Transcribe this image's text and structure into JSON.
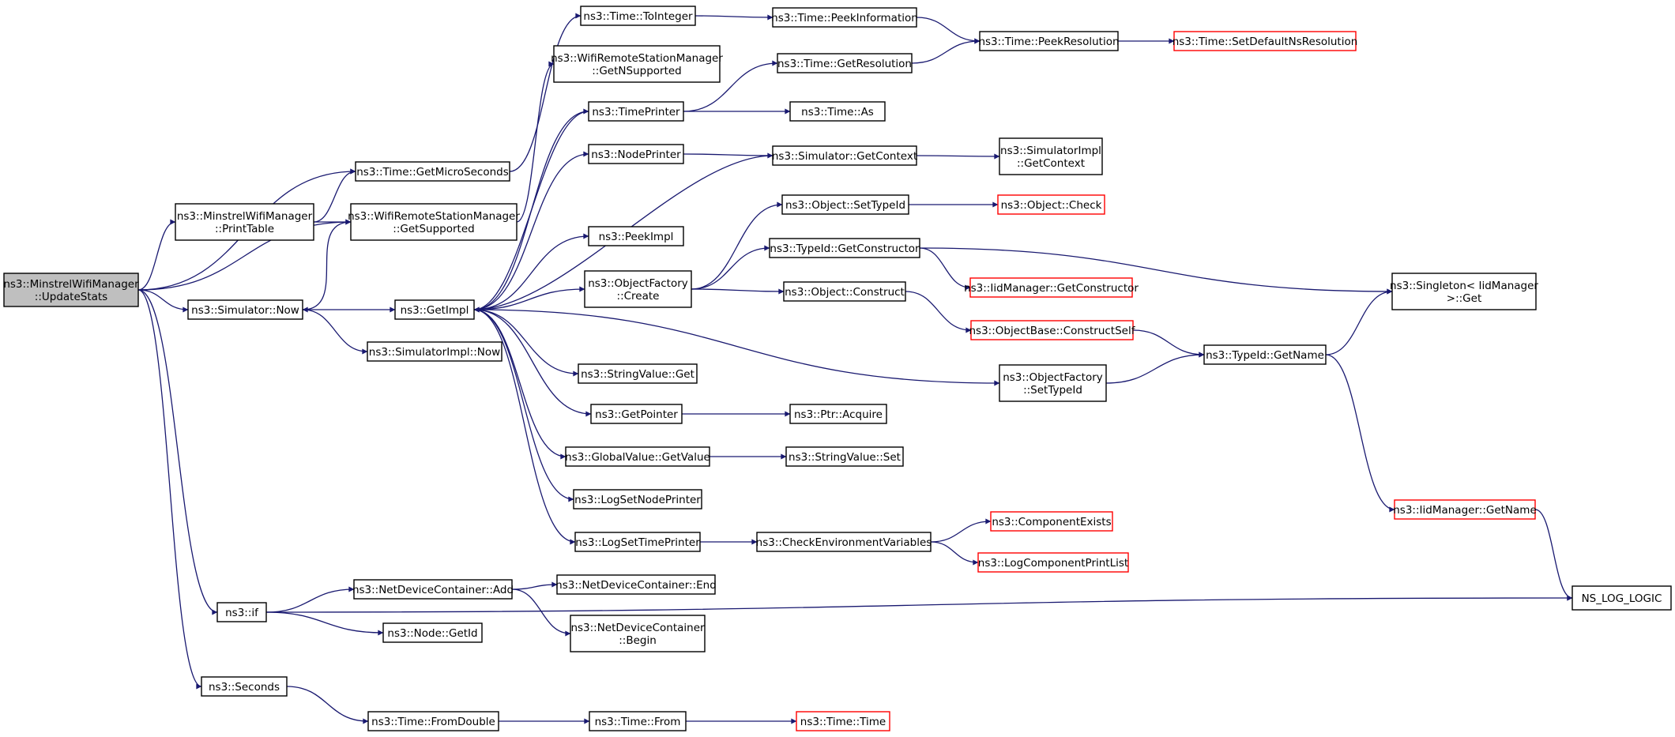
{
  "colors": {
    "edge": "#191970",
    "node_border": "#000000",
    "truncated_border": "#ff0000",
    "root_fill": "#bfbfbf",
    "node_fill": "#ffffff"
  },
  "nodes": [
    {
      "id": "root",
      "lines": [
        "ns3::MinstrelWifiManager",
        "::UpdateStats"
      ],
      "style": "root"
    },
    {
      "id": "toInteger",
      "lines": [
        "ns3::Time::ToInteger"
      ],
      "style": "normal"
    },
    {
      "id": "peekInformation",
      "lines": [
        "ns3::Time::PeekInformation"
      ],
      "style": "normal"
    },
    {
      "id": "peekResolution",
      "lines": [
        "ns3::Time::PeekResolution"
      ],
      "style": "normal"
    },
    {
      "id": "setDefaultNsResolution",
      "lines": [
        "ns3::Time::SetDefaultNsResolution"
      ],
      "style": "truncated"
    },
    {
      "id": "getNSupported",
      "lines": [
        "ns3::WifiRemoteStationManager",
        "::GetNSupported"
      ],
      "style": "normal"
    },
    {
      "id": "getResolution",
      "lines": [
        "ns3::Time::GetResolution"
      ],
      "style": "normal"
    },
    {
      "id": "timePrinter",
      "lines": [
        "ns3::TimePrinter"
      ],
      "style": "normal"
    },
    {
      "id": "timeAs",
      "lines": [
        "ns3::Time::As"
      ],
      "style": "normal"
    },
    {
      "id": "nodePrinter",
      "lines": [
        "ns3::NodePrinter"
      ],
      "style": "normal"
    },
    {
      "id": "simGetContext",
      "lines": [
        "ns3::Simulator::GetContext"
      ],
      "style": "normal"
    },
    {
      "id": "simImplGetContext",
      "lines": [
        "ns3::SimulatorImpl",
        "::GetContext"
      ],
      "style": "normal"
    },
    {
      "id": "getMicroSeconds",
      "lines": [
        "ns3::Time::GetMicroSeconds"
      ],
      "style": "normal"
    },
    {
      "id": "printTable",
      "lines": [
        "ns3::MinstrelWifiManager",
        "::PrintTable"
      ],
      "style": "normal"
    },
    {
      "id": "getSupported",
      "lines": [
        "ns3::WifiRemoteStationManager",
        "::GetSupported"
      ],
      "style": "normal"
    },
    {
      "id": "objSetTypeId",
      "lines": [
        "ns3::Object::SetTypeId"
      ],
      "style": "normal"
    },
    {
      "id": "objCheck",
      "lines": [
        "ns3::Object::Check"
      ],
      "style": "truncated"
    },
    {
      "id": "peekImpl",
      "lines": [
        "ns3::PeekImpl"
      ],
      "style": "normal"
    },
    {
      "id": "getConstructor",
      "lines": [
        "ns3::TypeId::GetConstructor"
      ],
      "style": "normal"
    },
    {
      "id": "ofCreate",
      "lines": [
        "ns3::ObjectFactory",
        "::Create"
      ],
      "style": "normal"
    },
    {
      "id": "iidGetConstructor",
      "lines": [
        "ns3::IidManager::GetConstructor"
      ],
      "style": "truncated"
    },
    {
      "id": "singletonGet",
      "lines": [
        "ns3::Singleton< IidManager",
        ">::Get"
      ],
      "style": "normal"
    },
    {
      "id": "simNow",
      "lines": [
        "ns3::Simulator::Now"
      ],
      "style": "normal"
    },
    {
      "id": "getImpl",
      "lines": [
        "ns3::GetImpl"
      ],
      "style": "normal"
    },
    {
      "id": "objConstruct",
      "lines": [
        "ns3::Object::Construct"
      ],
      "style": "normal"
    },
    {
      "id": "constructSelf",
      "lines": [
        "ns3::ObjectBase::ConstructSelf"
      ],
      "style": "truncated"
    },
    {
      "id": "typeIdGetName",
      "lines": [
        "ns3::TypeId::GetName"
      ],
      "style": "normal"
    },
    {
      "id": "simImplNow",
      "lines": [
        "ns3::SimulatorImpl::Now"
      ],
      "style": "normal"
    },
    {
      "id": "stringValueGet",
      "lines": [
        "ns3::StringValue::Get"
      ],
      "style": "normal"
    },
    {
      "id": "ofSetTypeId",
      "lines": [
        "ns3::ObjectFactory",
        "::SetTypeId"
      ],
      "style": "normal"
    },
    {
      "id": "getPointer",
      "lines": [
        "ns3::GetPointer"
      ],
      "style": "normal"
    },
    {
      "id": "ptrAcquire",
      "lines": [
        "ns3::Ptr::Acquire"
      ],
      "style": "normal"
    },
    {
      "id": "gvGetValue",
      "lines": [
        "ns3::GlobalValue::GetValue"
      ],
      "style": "normal"
    },
    {
      "id": "stringValueSet",
      "lines": [
        "ns3::StringValue::Set"
      ],
      "style": "normal"
    },
    {
      "id": "logSetNodePrinter",
      "lines": [
        "ns3::LogSetNodePrinter"
      ],
      "style": "normal"
    },
    {
      "id": "iidGetName",
      "lines": [
        "ns3::IidManager::GetName"
      ],
      "style": "truncated"
    },
    {
      "id": "componentExists",
      "lines": [
        "ns3::ComponentExists"
      ],
      "style": "truncated"
    },
    {
      "id": "logSetTimePrinter",
      "lines": [
        "ns3::LogSetTimePrinter"
      ],
      "style": "normal"
    },
    {
      "id": "checkEnvVars",
      "lines": [
        "ns3::CheckEnvironmentVariables"
      ],
      "style": "normal"
    },
    {
      "id": "logComponentPrintList",
      "lines": [
        "ns3::LogComponentPrintList"
      ],
      "style": "truncated"
    },
    {
      "id": "ndcAdd",
      "lines": [
        "ns3::NetDeviceContainer::Add"
      ],
      "style": "normal"
    },
    {
      "id": "ndcEnd",
      "lines": [
        "ns3::NetDeviceContainer::End"
      ],
      "style": "normal"
    },
    {
      "id": "nsIf",
      "lines": [
        "ns3::if"
      ],
      "style": "normal"
    },
    {
      "id": "nsLogLogic",
      "lines": [
        "NS_LOG_LOGIC"
      ],
      "style": "normal"
    },
    {
      "id": "nodeGetId",
      "lines": [
        "ns3::Node::GetId"
      ],
      "style": "normal"
    },
    {
      "id": "ndcBegin",
      "lines": [
        "ns3::NetDeviceContainer",
        "::Begin"
      ],
      "style": "normal"
    },
    {
      "id": "seconds",
      "lines": [
        "ns3::Seconds"
      ],
      "style": "normal"
    },
    {
      "id": "fromDouble",
      "lines": [
        "ns3::Time::FromDouble"
      ],
      "style": "normal"
    },
    {
      "id": "timeFrom",
      "lines": [
        "ns3::Time::From"
      ],
      "style": "normal"
    },
    {
      "id": "timeTime",
      "lines": [
        "ns3::Time::Time"
      ],
      "style": "truncated"
    }
  ],
  "edges": [
    [
      "root",
      "getMicroSeconds"
    ],
    [
      "root",
      "printTable"
    ],
    [
      "root",
      "getSupported"
    ],
    [
      "root",
      "simNow"
    ],
    [
      "root",
      "nsIf"
    ],
    [
      "root",
      "seconds"
    ],
    [
      "getMicroSeconds",
      "toInteger"
    ],
    [
      "toInteger",
      "peekInformation"
    ],
    [
      "peekInformation",
      "peekResolution"
    ],
    [
      "peekResolution",
      "setDefaultNsResolution"
    ],
    [
      "printTable",
      "getMicroSeconds"
    ],
    [
      "printTable",
      "getSupported"
    ],
    [
      "getSupported",
      "getNSupported"
    ],
    [
      "getSupported",
      "simNow"
    ],
    [
      "simNow",
      "getImpl"
    ],
    [
      "simNow",
      "simImplNow"
    ],
    [
      "getImpl",
      "timePrinter"
    ],
    [
      "getImpl",
      "nodePrinter"
    ],
    [
      "getImpl",
      "peekImpl"
    ],
    [
      "getImpl",
      "ofCreate"
    ],
    [
      "getImpl",
      "ofSetTypeId"
    ],
    [
      "getImpl",
      "stringValueGet"
    ],
    [
      "getImpl",
      "getPointer"
    ],
    [
      "getImpl",
      "gvGetValue"
    ],
    [
      "getImpl",
      "logSetNodePrinter"
    ],
    [
      "getImpl",
      "logSetTimePrinter"
    ],
    [
      "timePrinter",
      "getResolution"
    ],
    [
      "timePrinter",
      "timeAs"
    ],
    [
      "timePrinter",
      "getImpl"
    ],
    [
      "getResolution",
      "peekResolution"
    ],
    [
      "nodePrinter",
      "simGetContext"
    ],
    [
      "simGetContext",
      "simImplGetContext"
    ],
    [
      "simGetContext",
      "getImpl"
    ],
    [
      "ofCreate",
      "objSetTypeId"
    ],
    [
      "ofCreate",
      "getConstructor"
    ],
    [
      "ofCreate",
      "objConstruct"
    ],
    [
      "objSetTypeId",
      "objCheck"
    ],
    [
      "getConstructor",
      "iidGetConstructor"
    ],
    [
      "getConstructor",
      "singletonGet"
    ],
    [
      "objConstruct",
      "constructSelf"
    ],
    [
      "constructSelf",
      "typeIdGetName"
    ],
    [
      "ofSetTypeId",
      "typeIdGetName"
    ],
    [
      "typeIdGetName",
      "singletonGet"
    ],
    [
      "typeIdGetName",
      "iidGetName"
    ],
    [
      "iidGetName",
      "nsLogLogic"
    ],
    [
      "getPointer",
      "ptrAcquire"
    ],
    [
      "gvGetValue",
      "stringValueSet"
    ],
    [
      "logSetTimePrinter",
      "checkEnvVars"
    ],
    [
      "checkEnvVars",
      "componentExists"
    ],
    [
      "checkEnvVars",
      "logComponentPrintList"
    ],
    [
      "nsIf",
      "ndcAdd"
    ],
    [
      "nsIf",
      "nodeGetId"
    ],
    [
      "nsIf",
      "nsLogLogic"
    ],
    [
      "ndcAdd",
      "ndcEnd"
    ],
    [
      "ndcAdd",
      "ndcBegin"
    ],
    [
      "seconds",
      "fromDouble"
    ],
    [
      "fromDouble",
      "timeFrom"
    ],
    [
      "timeFrom",
      "timeTime"
    ]
  ]
}
